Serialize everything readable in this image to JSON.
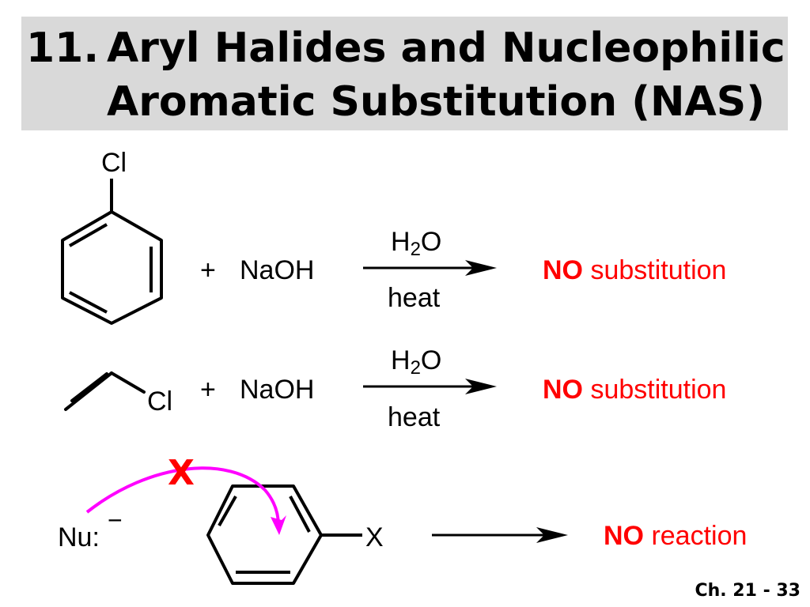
{
  "title": {
    "number": "11.",
    "line1": "Aryl Halides and Nucleophilic",
    "line2": "Aromatic Substitution (NAS)"
  },
  "reaction1": {
    "substituent": "Cl",
    "plus": "+",
    "reagent": "NaOH",
    "above_arrow_base": "H",
    "above_arrow_sub": "2",
    "above_arrow_tail": "O",
    "below_arrow": "heat",
    "result_bold": "NO",
    "result_rest": " substitution"
  },
  "reaction2": {
    "substituent": "Cl",
    "plus": "+",
    "reagent": "NaOH",
    "above_arrow_base": "H",
    "above_arrow_sub": "2",
    "above_arrow_tail": "O",
    "below_arrow": "heat",
    "result_bold": "NO",
    "result_rest": " substitution"
  },
  "reaction3": {
    "nucleophile": "Nu:",
    "charge": "−",
    "blocked_mark": "X",
    "substituent": "X",
    "result_bold": "NO",
    "result_rest": " reaction"
  },
  "footer": "Ch. 21 - 33",
  "colors": {
    "title_bg": "#d9d9d9",
    "emphasis": "#ff0000",
    "curved_arrow": "#ff00ff"
  }
}
